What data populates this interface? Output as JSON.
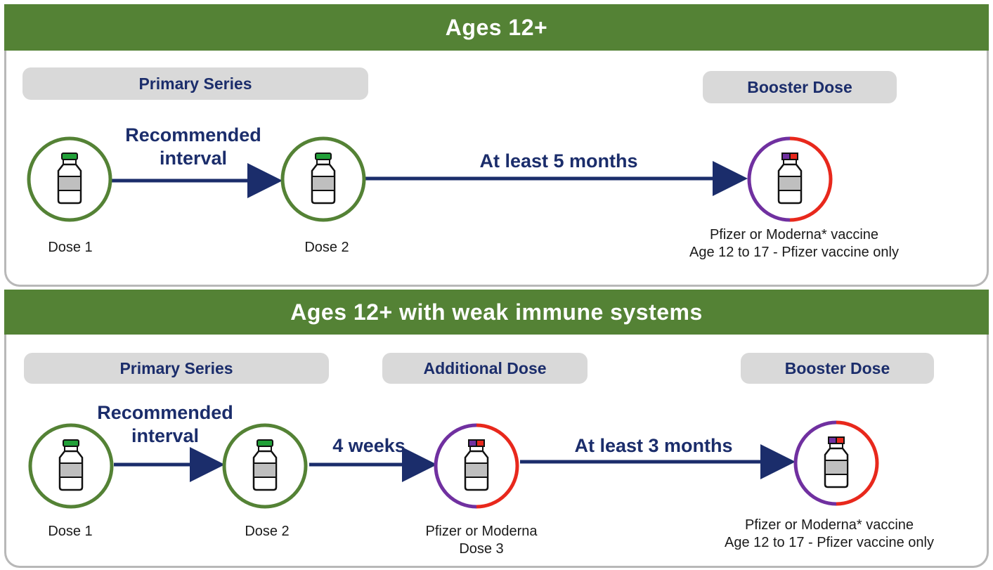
{
  "colors": {
    "banner": "#548235",
    "navy": "#1b2d6b",
    "pill": "#d9d9d9",
    "green_ring": "#548235",
    "purple_ring": "#7030a0",
    "red_ring": "#e8281c",
    "cap_green": "#21a038"
  },
  "section1": {
    "title": "Ages 12+",
    "primary_label": "Primary Series",
    "booster_label": "Booster Dose",
    "interval_label": "Recommended\ninterval",
    "gap_label": "At least 5 months",
    "dose1_caption": "Dose 1",
    "dose2_caption": "Dose 2",
    "booster_caption": "Pfizer or Moderna* vaccine\nAge 12 to 17 - Pfizer vaccine only"
  },
  "section2": {
    "title": "Ages 12+ with weak immune systems",
    "primary_label": "Primary Series",
    "additional_label": "Additional Dose",
    "booster_label": "Booster Dose",
    "interval_label": "Recommended\ninterval",
    "weeks_label": "4 weeks",
    "gap_label": "At least 3 months",
    "dose1_caption": "Dose 1",
    "dose2_caption": "Dose 2",
    "dose3_caption": "Pfizer or Moderna\nDose 3",
    "booster_caption": "Pfizer or Moderna* vaccine\nAge 12 to 17 - Pfizer vaccine only"
  }
}
